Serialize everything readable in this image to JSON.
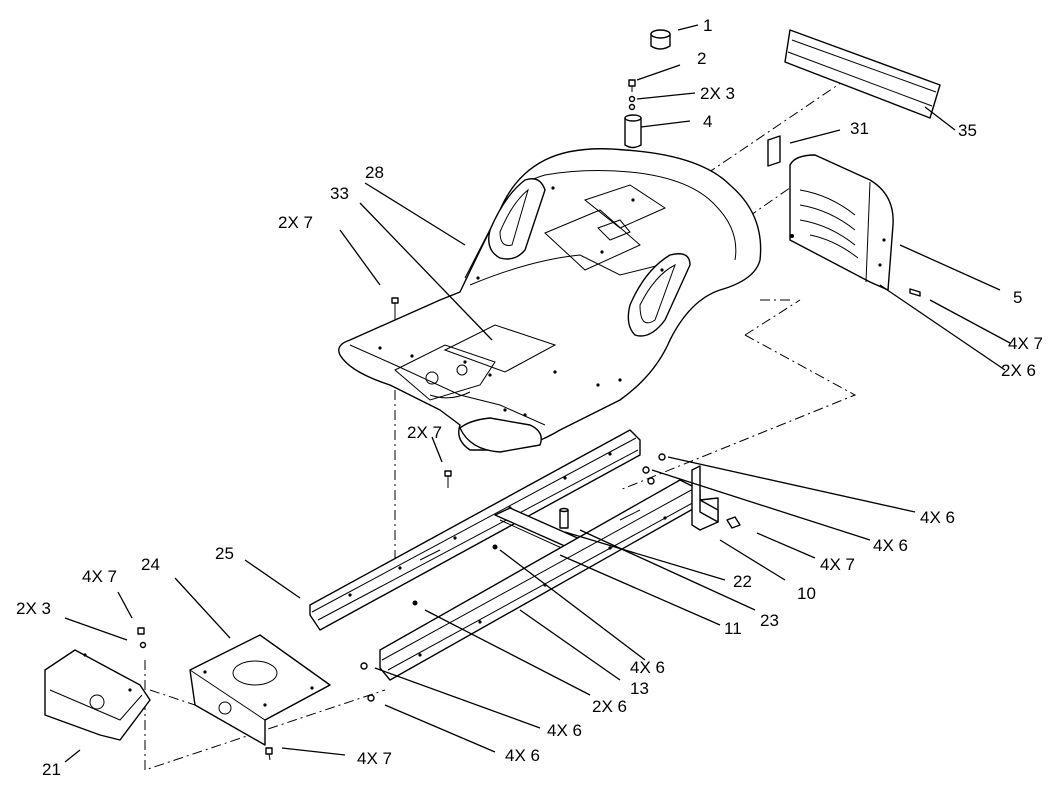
{
  "callouts": [
    {
      "id": "c1",
      "text": "1"
    },
    {
      "id": "c2",
      "text": "2"
    },
    {
      "id": "c3",
      "text": "2X 3"
    },
    {
      "id": "c4",
      "text": "4"
    },
    {
      "id": "c35",
      "text": "35"
    },
    {
      "id": "c31",
      "text": "31"
    },
    {
      "id": "c28",
      "text": "28"
    },
    {
      "id": "c33",
      "text": "33"
    },
    {
      "id": "c7a",
      "text": "2X 7"
    },
    {
      "id": "c5",
      "text": "5"
    },
    {
      "id": "c47a",
      "text": "4X 7"
    },
    {
      "id": "c26a",
      "text": "2X 6"
    },
    {
      "id": "c7b",
      "text": "2X 7"
    },
    {
      "id": "c46a",
      "text": "4X 6"
    },
    {
      "id": "c46b",
      "text": "4X 6"
    },
    {
      "id": "c47b",
      "text": "4X 7"
    },
    {
      "id": "c10",
      "text": "10"
    },
    {
      "id": "c22",
      "text": "22"
    },
    {
      "id": "c23",
      "text": "23"
    },
    {
      "id": "c11",
      "text": "11"
    },
    {
      "id": "c25",
      "text": "25"
    },
    {
      "id": "c24",
      "text": "24"
    },
    {
      "id": "c47c",
      "text": "4X 7"
    },
    {
      "id": "c23x",
      "text": "2X 3"
    },
    {
      "id": "c46c",
      "text": "4X 6"
    },
    {
      "id": "c13",
      "text": "13"
    },
    {
      "id": "c26b",
      "text": "2X 6"
    },
    {
      "id": "c46d",
      "text": "4X 6"
    },
    {
      "id": "c46e",
      "text": "4X 6"
    },
    {
      "id": "c47d",
      "text": "4X 7"
    },
    {
      "id": "c21",
      "text": "21"
    }
  ]
}
